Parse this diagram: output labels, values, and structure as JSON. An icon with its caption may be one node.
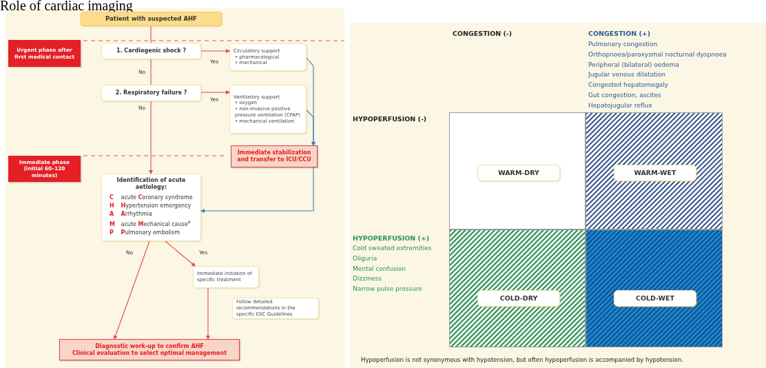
{
  "diagram": {
    "title": "Role of cardiac imaging",
    "caption": "Hypoperfusion is not synonymous with hypotension, but often hypoperfusion is accompanied by hypotension.",
    "nodes": [
      {
        "text": [
          "Patient with suspected AHF"
        ]
      },
      {
        "text": [
          "Urgent phase after first medical contact"
        ]
      },
      {
        "text": [
          "1. Cardiogenic shock ?"
        ]
      },
      {
        "text": [
          "Circulatory support",
          "• pharmacological",
          "• mechanical"
        ]
      },
      {
        "text": [
          "2. Respiratory failure ?"
        ]
      },
      {
        "text": [
          "Ventilatory support",
          "• oxygen",
          "• non-invasive positive pressure ventilation (CPAP)",
          "• mechanical ventilation"
        ]
      },
      {
        "text": [
          "Immediate phase (initial 60–120 minutes)"
        ]
      },
      {
        "text": [
          "Immediate stabilization and transfer to ICU/CCU"
        ]
      },
      {
        "text": [
          "Identification of acute aetiology:",
          "**C** acute **C**oronary syndrome",
          "**H** **H**ypertension emergency",
          "**A** **A**rrhythmia",
          "**M** acute **M**echanical cause$^{a}$",
          "**P** **P**ulmonary embolism"
        ]
      },
      {
        "text": [
          "Immediate initiation of specific treatment"
        ]
      },
      {
        "text": [
          "Follow detailed recommendations in the specific ESC Guidelines"
        ]
      },
      {
        "text": [
          "Diagnostic work-up to confirm AHF",
          "Clinical evaluation to select optimal management"
        ]
      },
      {
        "text": [],
        "shape": "box"
      },
      {
        "text": [
          "WARM-DRY"
        ],
        "in": 12
      },
      {
        "text": [],
        "shape": "box"
      },
      {
        "text": [
          "WARM-WET"
        ],
        "in": 14
      },
      {
        "text": [],
        "shape": "box"
      },
      {
        "text": [
          "COLD-DRY"
        ],
        "in": 16
      },
      {
        "text": [],
        "shape": "box"
      },
      {
        "text": [
          "COLD-WET"
        ],
        "in": 18
      }
    ],
    "edges": [
      {
        "from": 0,
        "to": 2,
        "arrow": "none"
      },
      {
        "from": 2,
        "to": 4,
        "arrow": "none",
        "label": "No"
      },
      {
        "from": 4,
        "to": 8,
        "arrow": "to",
        "label": "No"
      },
      {
        "from": 2,
        "to": 3,
        "arrow": "to",
        "label": "Yes"
      },
      {
        "from": 4,
        "to": 5,
        "arrow": "to",
        "label": "Yes"
      },
      {
        "from": 3,
        "to": 7,
        "arrow": "to",
        "color": "#3b7fb5"
      },
      {
        "from": 5,
        "to": 7,
        "arrow": "to",
        "color": "#3b7fb5"
      },
      {
        "from": 7,
        "to": 8,
        "arrow": "to",
        "color": "#3b7fb5"
      },
      {
        "from": 8,
        "to": 11,
        "arrow": "to",
        "label": "No"
      },
      {
        "from": 8,
        "to": 9,
        "arrow": "to",
        "label": "Yes"
      },
      {
        "from": 9,
        "to": 11,
        "arrow": "to"
      }
    ],
    "labels": [
      "CONGESTION (-)",
      "CONGESTION (+)",
      "Pulmonary congestion",
      "Orthopnoea/paroxysmal nocturnal dyspnoea",
      "Peripheral (bilateral) oedema",
      "Jugular venous dilatation",
      "Congested hepatomegaly",
      "Gut congestion, ascites",
      "Hepatojugular reflux",
      "HYPOPERFUSION (-)",
      "HYPOPERFUSION (+)",
      "Cold sweated extremities",
      "Oliguria",
      "Mental confusion",
      "Dizziness",
      "Narrow pulse pressure"
    ]
  }
}
